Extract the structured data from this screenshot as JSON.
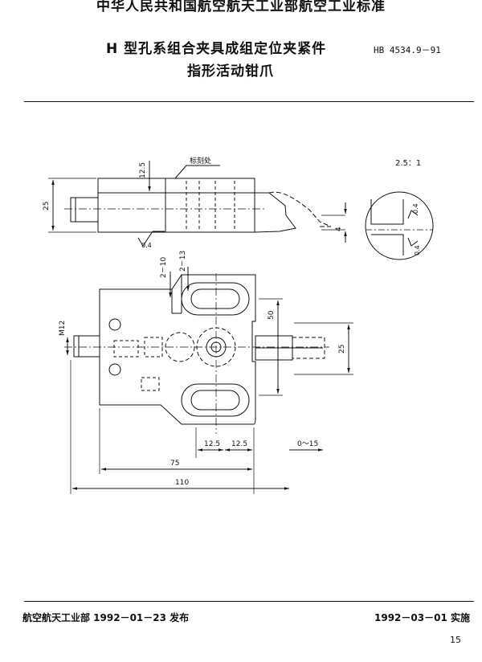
{
  "header": {
    "authority": "中华人民共和国航空航天工业部航空工业标准",
    "title_line1": "H 型孔系组合夹具成组定位夹紧件",
    "standard_number": "HB 4534.9－91",
    "title_line2": "指形活动钳爪"
  },
  "drawing": {
    "marking_note": "标刻处",
    "scale": "2.5：1",
    "roughness": "0.4",
    "dims": {
      "height_25": "25",
      "step_12_5": "12.5",
      "gap_4": "4",
      "slot_2_10": "2－10",
      "slot_2_13": "2－13",
      "thread_m12": "M12",
      "offset_50": "50",
      "width_25": "25",
      "half_a": "12.5",
      "half_b": "12.5",
      "stroke": "0～15",
      "len_75": "75",
      "len_110": "110"
    }
  },
  "footer": {
    "issued": "航空航天工业部 1992－01－23 发布",
    "effective": "1992－03－01 实施",
    "page": "15"
  }
}
